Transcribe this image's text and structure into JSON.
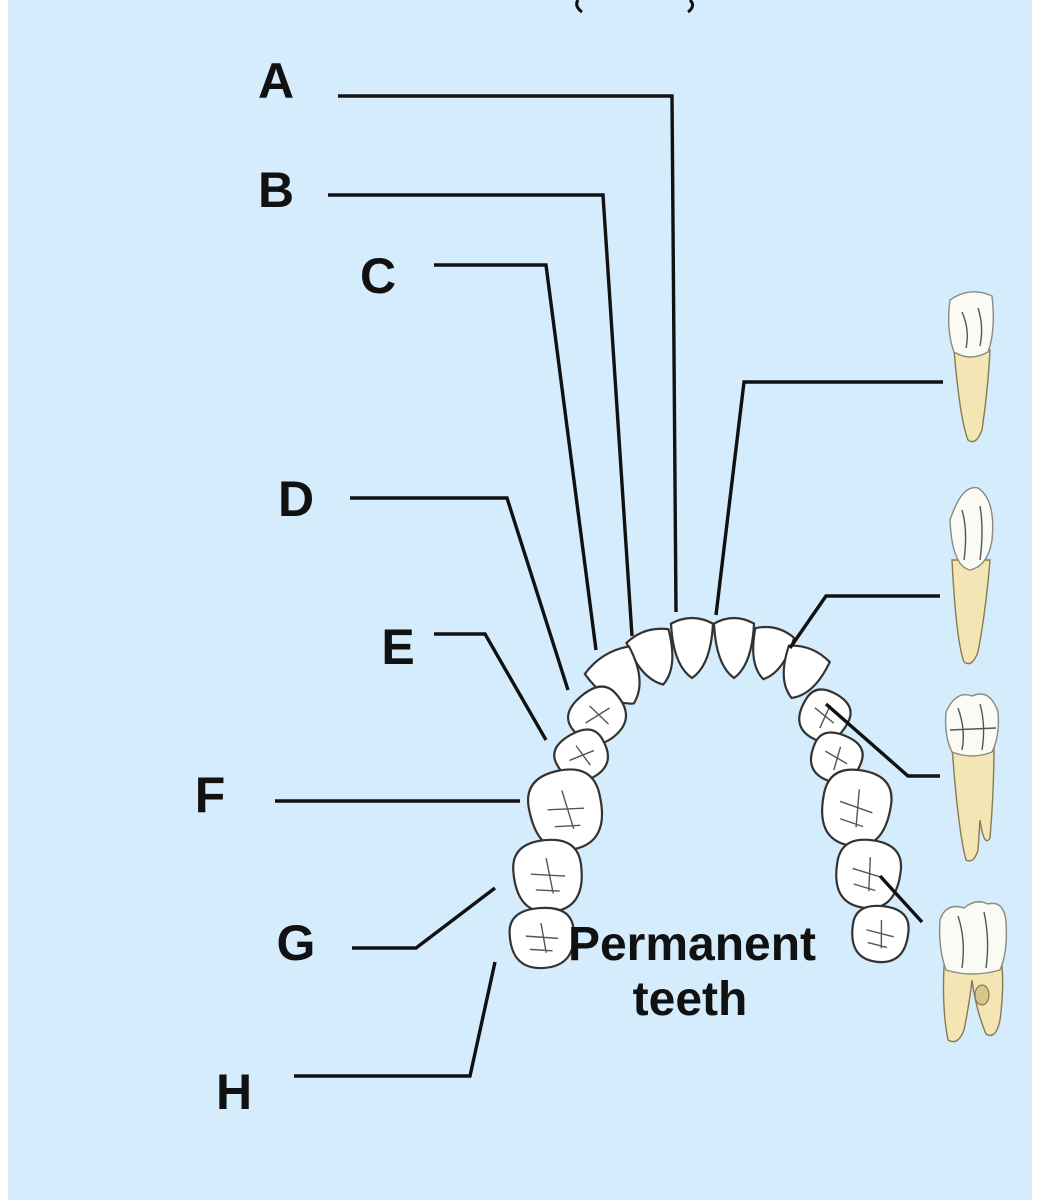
{
  "diagram": {
    "labels": [
      "A",
      "B",
      "C",
      "D",
      "E",
      "F",
      "G",
      "H"
    ],
    "caption_line1": "Permanent",
    "caption_line2": "teeth",
    "background_color": "#d4ecfb",
    "line_color": "#111111",
    "root_color": "#f3e6b4"
  }
}
